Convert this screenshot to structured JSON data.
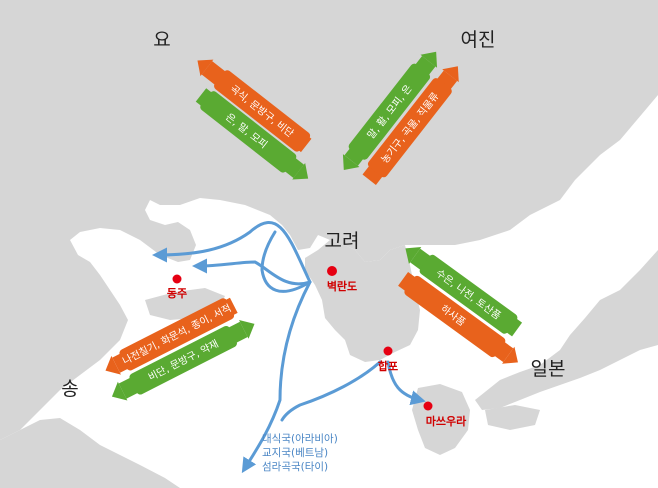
{
  "colors": {
    "land": "#d6d6d6",
    "sea": "#ffffff",
    "export_arrow": "#e8621c",
    "import_arrow": "#5aaa32",
    "route": "#5b9bd5",
    "port_dot": "#e60012",
    "port_label": "#d00000",
    "note_text": "#4a86c5"
  },
  "countries": {
    "liao": "요",
    "jurchen": "여진",
    "goryeo": "고려",
    "japan": "일본",
    "song": "송"
  },
  "ports": {
    "dongju": "동주",
    "byeokrando": "벽란도",
    "happo": "합포",
    "matsura": "마쓰우라"
  },
  "trade": {
    "liao_export": "곡식, 문방구, 비단",
    "liao_import": "은, 말, 모피",
    "jurchen_import": "말, 활, 모피, 은",
    "jurchen_export": "농기구, 곡물, 직물류",
    "japan_import": "수은, 나전, 토산품",
    "japan_export": "하사품",
    "song_import": "나전칠기, 화문석, 종이, 서적",
    "song_export": "비단, 문방구, 약재"
  },
  "arab_note": {
    "line1": "대식국(아라비아)",
    "line2": "교지국(베트남)",
    "line3": "섬라곡국(타이)"
  }
}
